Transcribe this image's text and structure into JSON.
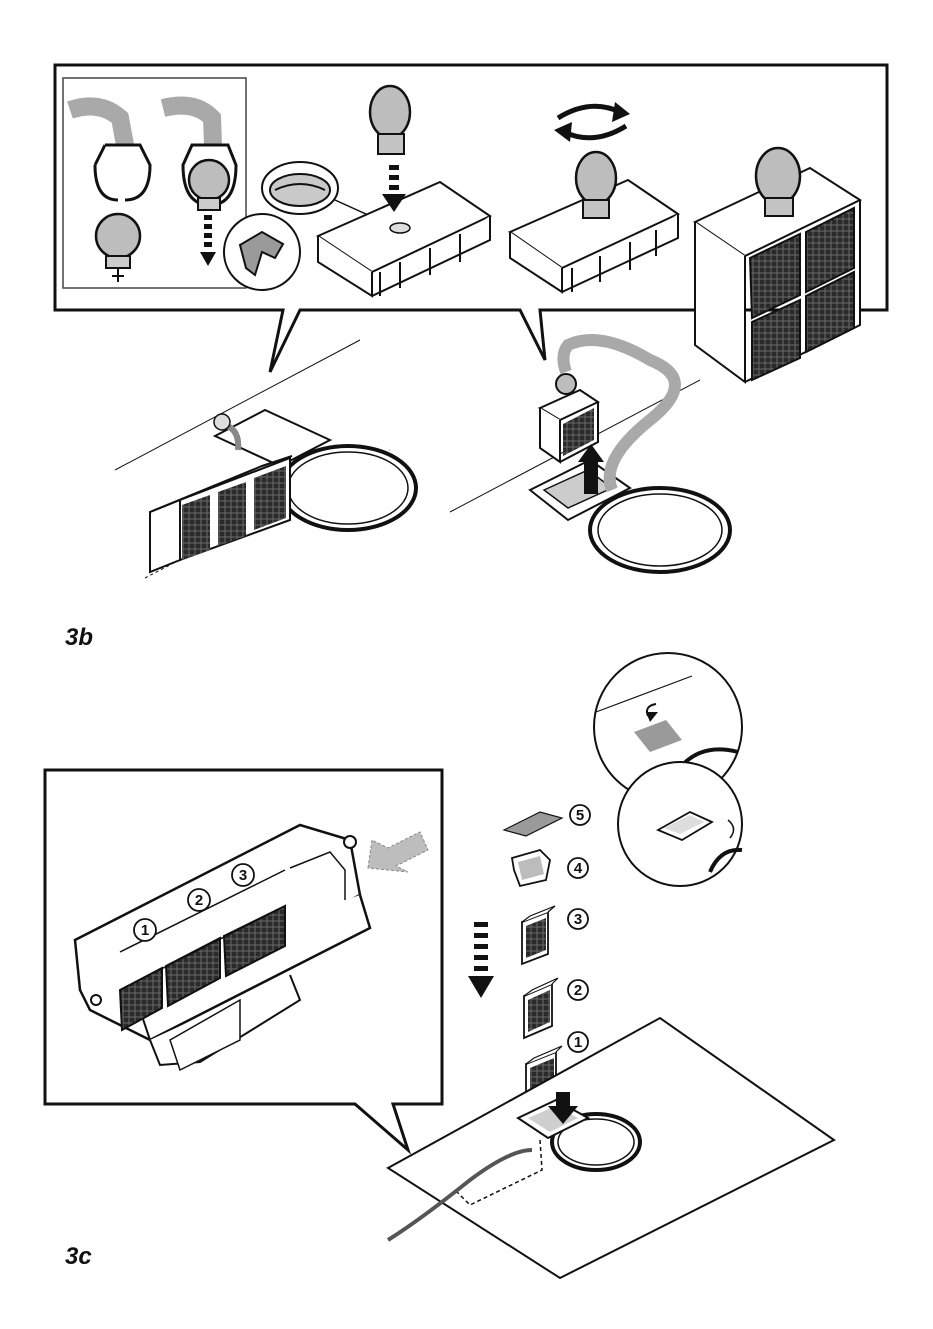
{
  "figures": [
    {
      "id": "3b",
      "label": "3b"
    },
    {
      "id": "3c",
      "label": "3c"
    }
  ],
  "detail_3c": {
    "filter_numbers": [
      "1",
      "2",
      "3"
    ]
  },
  "stack_3c": {
    "step_numbers": [
      "5",
      "4",
      "3",
      "2",
      "1"
    ]
  },
  "icons": {
    "rotate": "rotate-arrows-icon",
    "down": "arrow-down-icon",
    "up": "arrow-up-icon"
  },
  "colors": {
    "line": "#111111",
    "gray": "#b8b8b8",
    "dark": "#333333"
  }
}
